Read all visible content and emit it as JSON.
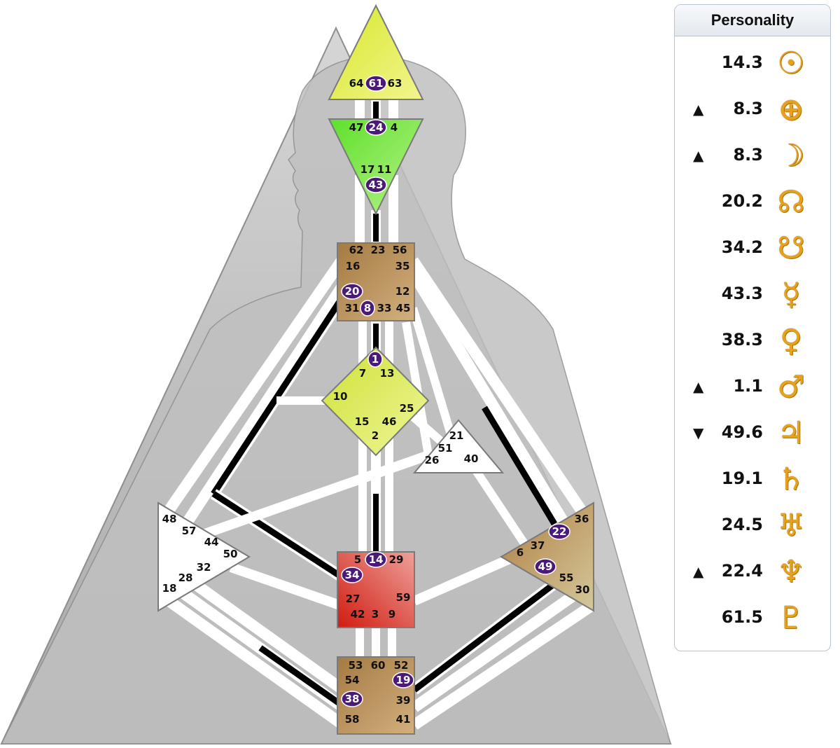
{
  "panel": {
    "title": "Personality",
    "rows": [
      {
        "arrow": "",
        "value": "14.3",
        "symbol": "☉",
        "icon": "sun-icon"
      },
      {
        "arrow": "▲",
        "value": "8.3",
        "symbol": "⊕",
        "icon": "earth-icon"
      },
      {
        "arrow": "▲",
        "value": "8.3",
        "symbol": "☽",
        "icon": "moon-icon"
      },
      {
        "arrow": "",
        "value": "20.2",
        "symbol": "☊",
        "icon": "north-node-icon"
      },
      {
        "arrow": "",
        "value": "34.2",
        "symbol": "☋",
        "icon": "south-node-icon"
      },
      {
        "arrow": "",
        "value": "43.3",
        "symbol": "☿",
        "icon": "mercury-icon"
      },
      {
        "arrow": "",
        "value": "38.3",
        "symbol": "♀",
        "icon": "venus-icon"
      },
      {
        "arrow": "▲",
        "value": "1.1",
        "symbol": "♂",
        "icon": "mars-icon"
      },
      {
        "arrow": "▼",
        "value": "49.6",
        "symbol": "♃",
        "icon": "jupiter-icon"
      },
      {
        "arrow": "",
        "value": "19.1",
        "symbol": "♄",
        "icon": "saturn-icon"
      },
      {
        "arrow": "",
        "value": "24.5",
        "symbol": "♅",
        "icon": "uranus-icon"
      },
      {
        "arrow": "▲",
        "value": "22.4",
        "symbol": "♆",
        "icon": "neptune-icon"
      },
      {
        "arrow": "",
        "value": "61.5",
        "symbol": "♇",
        "icon": "pluto-icon"
      }
    ]
  },
  "colors": {
    "head": "#e3ee66",
    "ajna": "#7ee83c",
    "diamond": "#dfec5a",
    "brown": "#b98c55",
    "sacral": "#e04a3a",
    "white": "#ffffff",
    "channel_active": "#000000",
    "gate_highlight": "#4b1a78",
    "planet": "#e6a21c"
  },
  "centers": {
    "head": {
      "gates": [
        "64",
        "61",
        "63"
      ],
      "active": [
        "61"
      ]
    },
    "ajna": {
      "gates": [
        "47",
        "24",
        "4",
        "17",
        "11",
        "43"
      ],
      "active": [
        "24",
        "43"
      ]
    },
    "throat": {
      "gates": [
        "62",
        "23",
        "56",
        "16",
        "35",
        "20",
        "12",
        "31",
        "8",
        "33",
        "45"
      ],
      "active": [
        "20",
        "8"
      ]
    },
    "g": {
      "gates": [
        "1",
        "7",
        "13",
        "10",
        "25",
        "15",
        "46",
        "2"
      ],
      "active": [
        "1"
      ]
    },
    "heart": {
      "gates": [
        "21",
        "51",
        "26",
        "40"
      ],
      "active": []
    },
    "spleen": {
      "gates": [
        "48",
        "57",
        "44",
        "50",
        "32",
        "28",
        "18"
      ],
      "active": []
    },
    "sacral": {
      "gates": [
        "5",
        "14",
        "29",
        "34",
        "27",
        "59",
        "42",
        "3",
        "9"
      ],
      "active": [
        "14",
        "34"
      ]
    },
    "solar_plexus": {
      "gates": [
        "36",
        "22",
        "37",
        "6",
        "49",
        "55",
        "30"
      ],
      "active": [
        "22",
        "49"
      ]
    },
    "root": {
      "gates": [
        "53",
        "60",
        "52",
        "54",
        "19",
        "38",
        "39",
        "58",
        "41"
      ],
      "active": [
        "19",
        "38"
      ]
    }
  }
}
